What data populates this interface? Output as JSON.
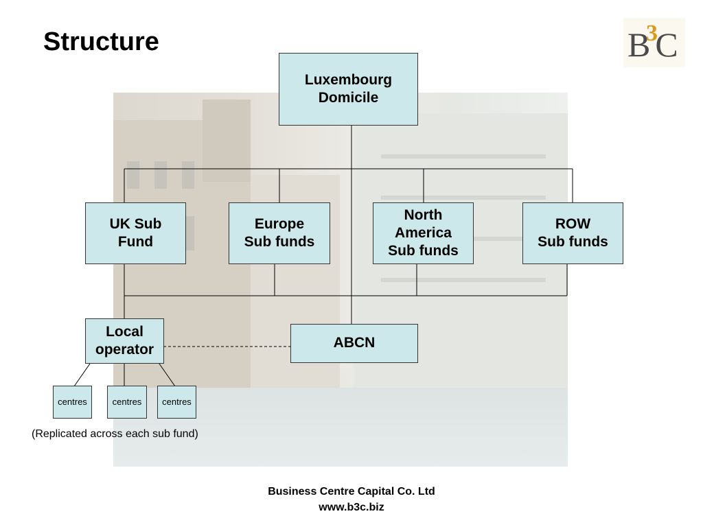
{
  "slide": {
    "title": "Structure",
    "logo": {
      "text_left": "B",
      "text_mid": "3",
      "text_right": "C"
    },
    "note": "(Replicated across each sub fund)",
    "footer": {
      "company": "Business Centre Capital Co. Ltd",
      "website": "www.b3c.biz"
    }
  },
  "diagram": {
    "root": {
      "label": "Luxembourg\nDomicile"
    },
    "sub_funds": [
      {
        "label": "UK Sub\nFund"
      },
      {
        "label": "Europe\nSub funds"
      },
      {
        "label": "North\nAmerica\nSub funds"
      },
      {
        "label": "ROW\nSub funds"
      }
    ],
    "operator": {
      "label": "Local\noperator"
    },
    "abcn": {
      "label": "ABCN"
    },
    "centres": [
      {
        "label": "centres"
      },
      {
        "label": "centres"
      },
      {
        "label": "centres"
      }
    ]
  },
  "colors": {
    "box_fill": "#cde8ea",
    "line": "#000000"
  }
}
